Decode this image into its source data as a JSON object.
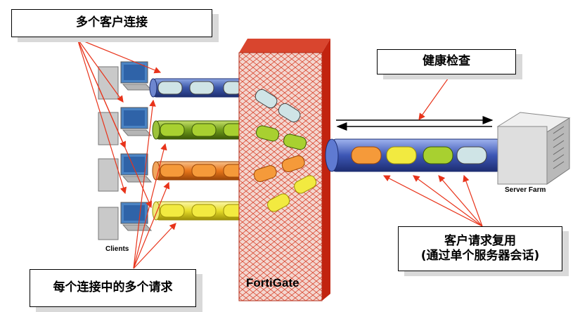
{
  "callouts": {
    "multi_clients": "多个客户连接",
    "health_check": "健康检查",
    "multi_requests": "每个连接中的多个请求",
    "multiplex_line1": "客户请求复用",
    "multiplex_line2": "(通过单个服务器会话)"
  },
  "labels": {
    "clients": "Clients",
    "fortigate": "FortiGate",
    "server_farm": "Server Farm"
  },
  "colors": {
    "wall": "#e8331a",
    "wall_dark": "#c2230f",
    "pipe_blue": "#3a55a8",
    "pipe_green": "#6e9a1a",
    "pipe_orange": "#e8761a",
    "pipe_yellow": "#e6dc28",
    "arrow_red": "#e8331a",
    "server_pipe": "#3d57b5"
  }
}
